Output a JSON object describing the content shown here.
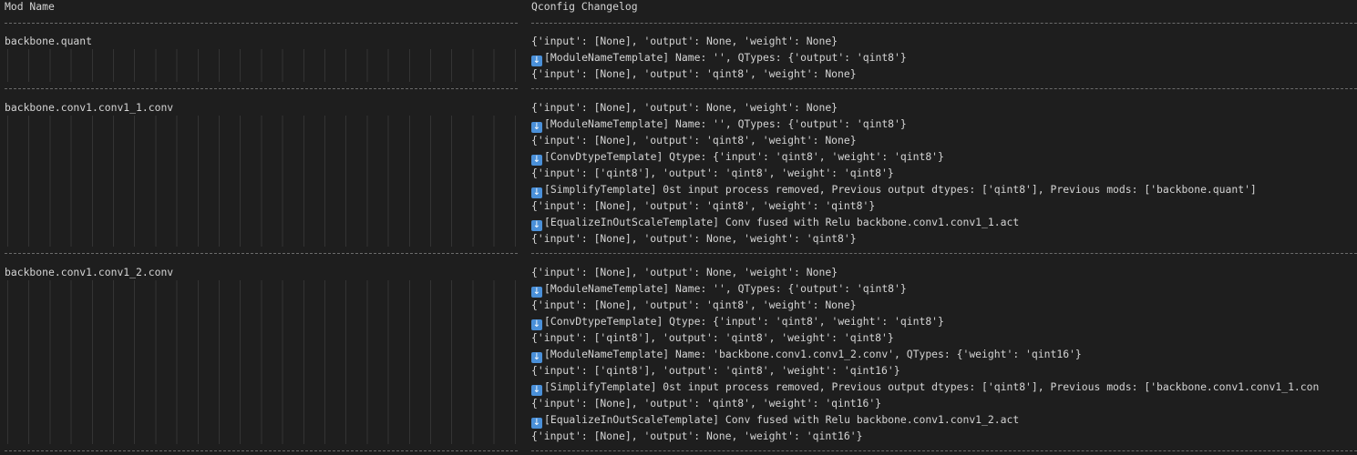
{
  "header": {
    "mod_name": "Mod Name",
    "qconfig_changelog": "Qconfig Changelog"
  },
  "icons": {
    "changelog_step": "down-arrow-icon"
  },
  "rows": [
    {
      "mod_name": "backbone.quant",
      "lines": [
        {
          "arrow": false,
          "text": "{'input': [None], 'output': None, 'weight': None}"
        },
        {
          "arrow": true,
          "text": "[ModuleNameTemplate] Name: '', QTypes: {'output': 'qint8'}"
        },
        {
          "arrow": false,
          "text": "{'input': [None], 'output': 'qint8', 'weight': None}"
        }
      ]
    },
    {
      "mod_name": "backbone.conv1.conv1_1.conv",
      "lines": [
        {
          "arrow": false,
          "text": "{'input': [None], 'output': None, 'weight': None}"
        },
        {
          "arrow": true,
          "text": "[ModuleNameTemplate] Name: '', QTypes: {'output': 'qint8'}"
        },
        {
          "arrow": false,
          "text": "{'input': [None], 'output': 'qint8', 'weight': None}"
        },
        {
          "arrow": true,
          "text": "[ConvDtypeTemplate] Qtype: {'input': 'qint8', 'weight': 'qint8'}"
        },
        {
          "arrow": false,
          "text": "{'input': ['qint8'], 'output': 'qint8', 'weight': 'qint8'}"
        },
        {
          "arrow": true,
          "text": "[SimplifyTemplate] 0st input process removed, Previous output dtypes: ['qint8'], Previous mods: ['backbone.quant']"
        },
        {
          "arrow": false,
          "text": "{'input': [None], 'output': 'qint8', 'weight': 'qint8'}"
        },
        {
          "arrow": true,
          "text": "[EqualizeInOutScaleTemplate] Conv fused with Relu backbone.conv1.conv1_1.act"
        },
        {
          "arrow": false,
          "text": "{'input': [None], 'output': None, 'weight': 'qint8'}"
        }
      ]
    },
    {
      "mod_name": "backbone.conv1.conv1_2.conv",
      "lines": [
        {
          "arrow": false,
          "text": "{'input': [None], 'output': None, 'weight': None}"
        },
        {
          "arrow": true,
          "text": "[ModuleNameTemplate] Name: '', QTypes: {'output': 'qint8'}"
        },
        {
          "arrow": false,
          "text": "{'input': [None], 'output': 'qint8', 'weight': None}"
        },
        {
          "arrow": true,
          "text": "[ConvDtypeTemplate] Qtype: {'input': 'qint8', 'weight': 'qint8'}"
        },
        {
          "arrow": false,
          "text": "{'input': ['qint8'], 'output': 'qint8', 'weight': 'qint8'}"
        },
        {
          "arrow": true,
          "text": "[ModuleNameTemplate] Name: 'backbone.conv1.conv1_2.conv', QTypes: {'weight': 'qint16'}"
        },
        {
          "arrow": false,
          "text": "{'input': ['qint8'], 'output': 'qint8', 'weight': 'qint16'}"
        },
        {
          "arrow": true,
          "text": "[SimplifyTemplate] 0st input process removed, Previous output dtypes: ['qint8'], Previous mods: ['backbone.conv1.conv1_1.con"
        },
        {
          "arrow": false,
          "text": "{'input': [None], 'output': 'qint8', 'weight': 'qint16'}"
        },
        {
          "arrow": true,
          "text": "[EqualizeInOutScaleTemplate] Conv fused with Relu backbone.conv1.conv1_2.act"
        },
        {
          "arrow": false,
          "text": "{'input': [None], 'output': None, 'weight': 'qint16'}"
        }
      ]
    }
  ]
}
